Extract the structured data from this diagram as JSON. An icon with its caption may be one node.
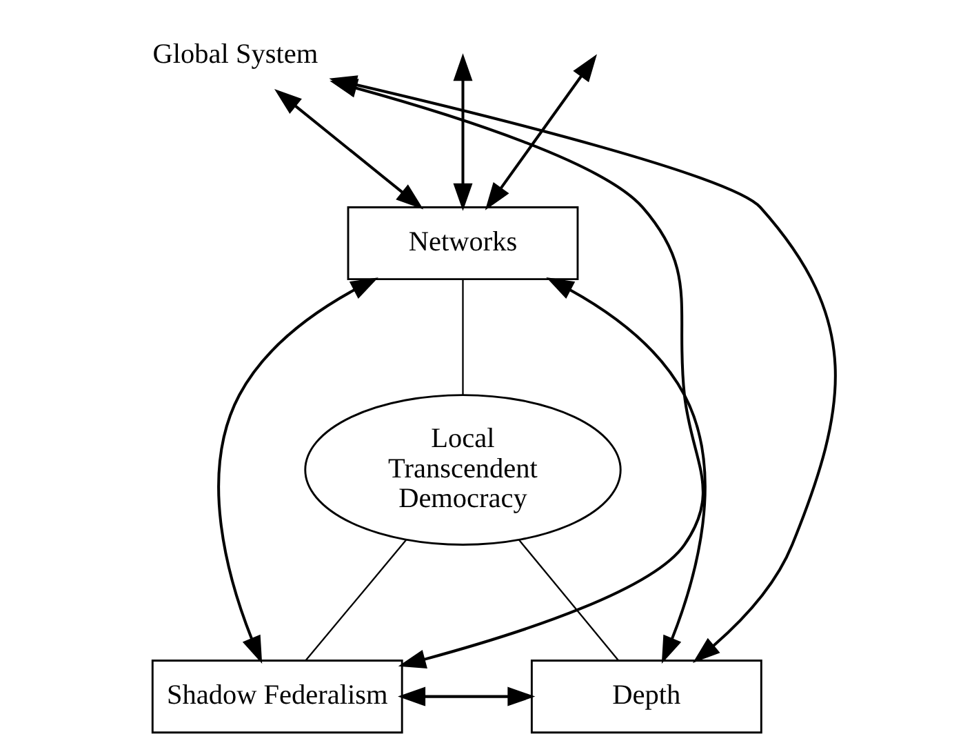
{
  "diagram": {
    "nodes": [
      {
        "text": [
          "Global System"
        ]
      },
      {
        "text": [
          "Networks"
        ]
      },
      {
        "text": [
          "Local Transcendent Democracy"
        ]
      },
      {
        "text": [
          "Shadow Federalism"
        ]
      },
      {
        "text": [
          "Depth"
        ]
      }
    ],
    "edges": [
      {
        "from": 0,
        "to": 3,
        "arrow": "both"
      },
      {
        "from": null,
        "to": 1,
        "arrow": "both"
      },
      {
        "from": 0,
        "to": 1,
        "arrow": "both"
      },
      {
        "from": null,
        "to": 1,
        "arrow": "both"
      },
      {
        "from": 0,
        "to": 4,
        "arrow": "both"
      },
      {
        "from": 1,
        "to": 3,
        "arrow": "both"
      },
      {
        "from": 1,
        "to": 4,
        "arrow": "both"
      },
      {
        "from": 1,
        "to": 2,
        "arrow": "none"
      },
      {
        "from": 2,
        "to": 3,
        "arrow": "none"
      },
      {
        "from": 2,
        "to": 4,
        "arrow": "none"
      },
      {
        "from": 3,
        "to": 4,
        "arrow": "both"
      }
    ]
  }
}
